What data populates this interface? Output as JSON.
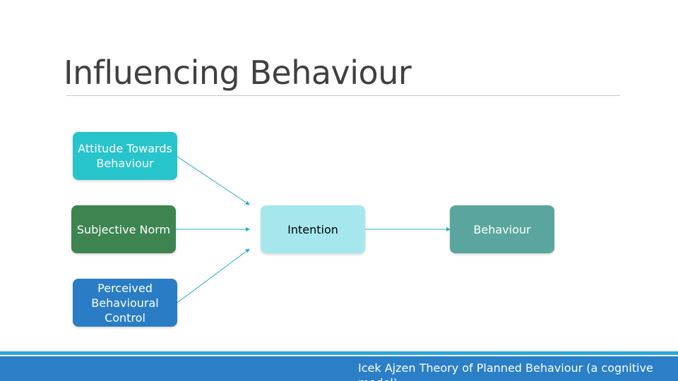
{
  "slide": {
    "title": "Influencing Behaviour"
  },
  "diagram": {
    "attitude": "Attitude Towards Behaviour",
    "subjective_norm": "Subjective Norm",
    "perceived_control": "Perceived Behavioural Control",
    "intention": "Intention",
    "behaviour": "Behaviour"
  },
  "footer": {
    "caption": "Icek Ajzen Theory of Planned Behaviour (a cognitive model)"
  },
  "colors": {
    "attitude": "#27c4cc",
    "subjective_norm": "#3d8451",
    "perceived_control": "#2a7dc4",
    "intention": "#a6e7ee",
    "behaviour": "#5aa69e",
    "arrow": "#29a8d6"
  }
}
